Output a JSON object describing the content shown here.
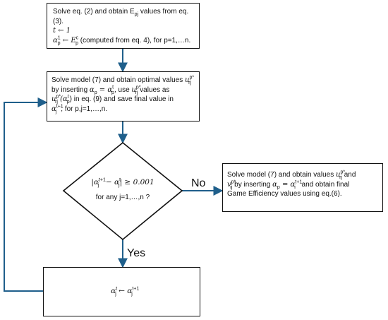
{
  "nodes": {
    "init": {
      "line1": "Solve eq. (2) and obtain E",
      "line1_sub": "pj",
      "line1_tail": " values from eq.",
      "line2": "(3).",
      "line3": "t ← 1",
      "line4_math": "α",
      "line4_sup": "1",
      "line4_sub": "p",
      "line4_arrow": " ← E",
      "line4_arrow_sup": "c",
      "line4_arrow_sub": "p",
      "line4_text": " (computed from eq. 4), for p=1,…n."
    },
    "solve7": {
      "l1_a": "Solve model (7) and obtain optimal values ",
      "l1_u": "u",
      "l1_u_sup": "p*",
      "l1_u_sub": "rj",
      "l2_a": "by inserting ",
      "l2_alpha": "α",
      "l2_alpha_sub": "p",
      "l2_eq": " = α",
      "l2_eq_sup": "t",
      "l2_eq_sub": "p",
      "l2_b": ", use ",
      "l2_u": "u",
      "l2_u_sup": "p*",
      "l2_u_sub": "rj",
      "l2_c": " values as",
      "l3_u": "u",
      "l3_u_sup": "p*",
      "l3_u_sub": "rj",
      "l3_arg": " (α",
      "l3_arg_sup": "t",
      "l3_arg_sub": "p",
      "l3_close": ")",
      "l3_text": " in eq. (9) and save final value in",
      "l4_alpha": "α",
      "l4_sup": "t+1",
      "l4_sub": "j",
      "l4_text": ", for p,j=1,…,n."
    },
    "decision": {
      "expr_open": "|α",
      "expr_sup1": "t+1",
      "expr_sub1": "j",
      "expr_minus": " − α",
      "expr_sup2": "t",
      "expr_sub2": "j",
      "expr_close": "| ≥ 0.001",
      "line2": "for any j=1,…,n ?"
    },
    "final": {
      "l1_a": "Solve model (7) and obtain values ",
      "l1_u": "u",
      "l1_u_sup": "p*",
      "l1_u_sub": "rj",
      "l1_b": " and",
      "l2_v": "v",
      "l2_v_sup": "p*",
      "l2_v_sub": "ij",
      "l2_a": " by inserting  ",
      "l2_alpha": "α",
      "l2_alpha_sub": "p",
      "l2_eq": " = α",
      "l2_eq_sup": "t+1",
      "l2_eq_sub": "i",
      "l2_b": " and obtain final",
      "l3": "Game Efficiency values using  eq.(6)."
    },
    "update": {
      "alpha": "α",
      "sup1": "t",
      "sub1": "j",
      "arrow": " ← α",
      "sup2": "t+1",
      "sub2": "j"
    }
  },
  "edges": {
    "no_label": "No",
    "yes_label": "Yes"
  },
  "colors": {
    "arrow": "#1f5f8b",
    "border": "#111111"
  }
}
